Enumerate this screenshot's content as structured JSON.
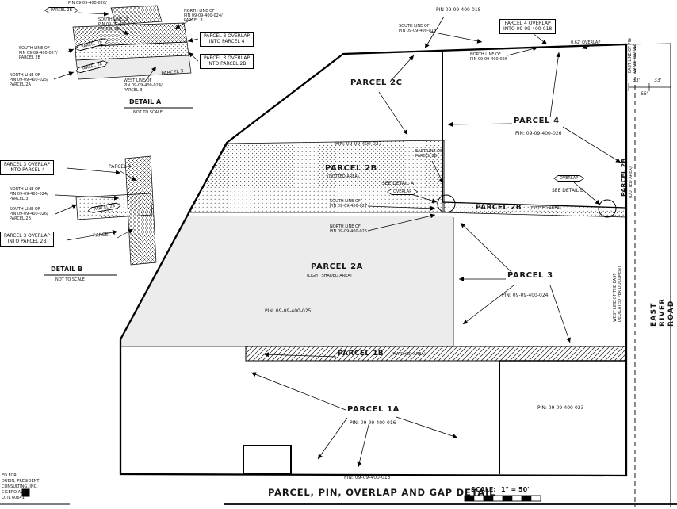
{
  "title_block": {
    "title": "PARCEL, PIN, OVERLAP AND GAP DETAIL",
    "scale_label": "SCALE:",
    "scale_value": "1\" = 50'"
  },
  "prepared_for": {
    "line1": "ED FOR:",
    "line2": "DUBIN, PRESIDENT",
    "line3": "CONSULTING, INC.",
    "line4": "CICERO AVE",
    "line5": "O, IL 60641"
  },
  "detail_a": {
    "pin_top": "PIN 09-09-400-026/",
    "tag_2b_top": "PARCEL 2B",
    "north_line_parcel3": "NORTH LINE OF\nPIN 09-09-400-024/\nPARCEL 3",
    "south_line_parcel2b": "SOUTH LINE OF\nPIN 09-09-400-026,\nPARCEL 2B",
    "overlap_into_4": "PARCEL 3 OVERLAP\nINTO PARCEL 4",
    "overlap_into_2b": "PARCEL 3 OVERLAP\nINTO PARCEL 2B",
    "south_line_27": "SOUTH LINE OF\nPIN 09-09-400-027/\nPARCEL 2B",
    "north_line_25": "NORTH LINE OF\nPIN 09-09-400-025/\nPARCEL 2A",
    "west_line_24": "WEST LINE OF\nPIN 09-09-400-024/\nPARCEL 3",
    "tag_2b": "PARCEL 2B",
    "tag_2a": "PARCEL 2A",
    "tag_3": "PARCEL 3",
    "title": "DETAIL A",
    "not_to_scale": "NOT TO SCALE"
  },
  "detail_b": {
    "overlap_into_4": "PARCEL 3 OVERLAP\nINTO PARCEL 4",
    "parcel4": "PARCEL 4",
    "north_line_24": "NORTH LINE OF\nPIN 09-09-400-024/\nPARCEL 3",
    "south_line_26": "SOUTH LINE OF\nPIN 09-09-400-026/\nPARCEL 2B",
    "tag_2b": "PARCEL 2B",
    "overlap_into_2b": "PARCEL 3 OVERLAP\nINTO PARCEL 2B",
    "parcel3": "PARCEL 3",
    "title": "DETAIL B",
    "not_to_scale": "NOT TO SCALE"
  },
  "main": {
    "pin018": "PIN 09-09-400-018",
    "south_line_018": "SOUTH LINE OF\nPIN 09-09-400-018",
    "overlap_into_018": "PARCEL 4 OVERLAP\nINTO 09-09-400-018",
    "north_line_026": "NORTH LINE OF\nPIN 09-09-400-026",
    "overlap_062": "0.62' OVERLAP",
    "parcel_2c": "PARCEL 2C",
    "parcel_4": "PARCEL 4",
    "pin_026": "PIN: 09-09-400-026",
    "pin_027": "PIN: 09-09-400-027",
    "parcel_2b": "PARCEL 2B",
    "parcel_2b_sub": "(DOTTED AREA)",
    "east_line_2b": "EAST LINE OF\nPARCEL 2B",
    "see_detail_a": "SEE DETAIL A",
    "overlap_a": "OVERLAP",
    "overlap_b": "OVERLAP",
    "see_detail_b": "SEE DETAIL B",
    "south_line_027": "SOUTH LINE OF\nPIN 09-09-400-027",
    "north_line_025": "NORTH LINE OF\nPIN 09-09-400-025",
    "parcel_2b_band": "PARCEL 2B",
    "parcel_2b_band_sub": "(DOTTED AREA)",
    "parcel_2a": "PARCEL 2A",
    "parcel_2a_sub": "(LIGHT SHADED AREA)",
    "pin_025": "PIN: 09-09-400-025",
    "parcel_3": "PARCEL 3",
    "pin_024": "PIN: 09-09-400-024",
    "parcel_1b": "PARCEL 1B",
    "parcel_1b_sub": "(HATCHED AREA)",
    "parcel_1a": "PARCEL 1A",
    "pin_016": "PIN: 09-09-400-016",
    "pin_023": "PIN: 09-09-400-023",
    "pin_013": "PIN: 09-09-400-013",
    "parcel_2b_vert": "PARCEL 2B",
    "parcel_2b_vert_sub": "(DOTTED AREA)",
    "east_line_018_vert": "EAST LINE OF PIN\n09-09-400-018",
    "west_line_vert": "WEST LINE OF THE EAST\nDEDICATED PER DOCUMENT",
    "road_name": "EAST RIVER ROAD",
    "dim_33a": "33'",
    "dim_33b": "33'",
    "dim_66": "66'"
  }
}
